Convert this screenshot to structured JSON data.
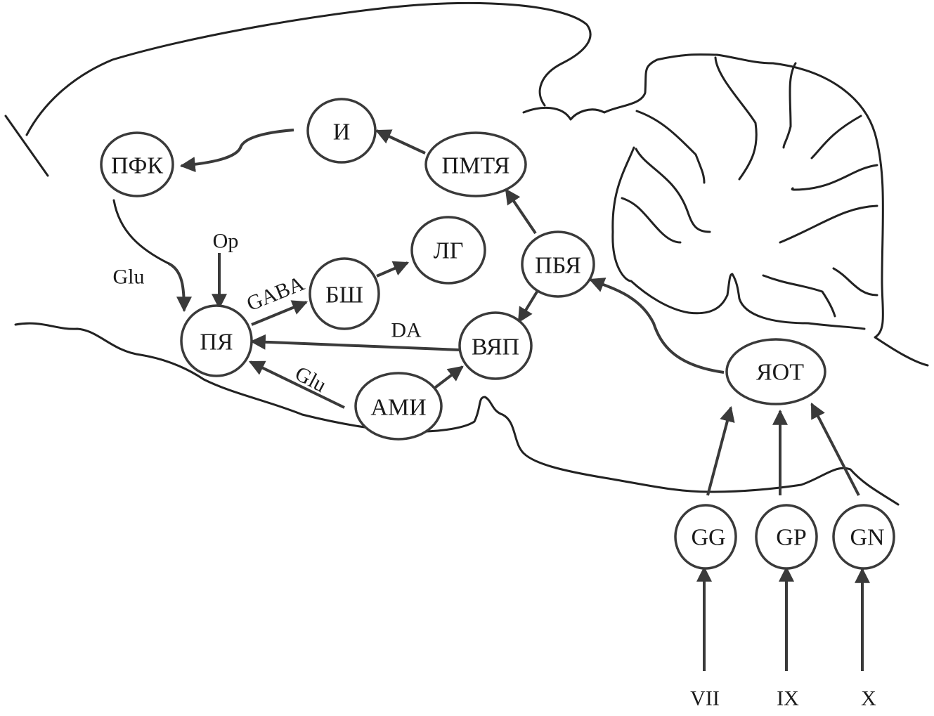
{
  "diagram": {
    "description": "Sagittal brain section with taste/reward pathway nodes",
    "colors": {
      "stroke": "#3a3a3a",
      "outline": "#222222",
      "background": "#ffffff",
      "text": "#1a1a1a"
    },
    "nodes": {
      "pfk": "ПФК",
      "i": "И",
      "pmtya": "ПМТЯ",
      "pbya": "ПБЯ",
      "lg": "ЛГ",
      "bsh": "БШ",
      "pya": "ПЯ",
      "vyap": "ВЯП",
      "ami": "АМИ",
      "yot": "ЯОТ",
      "gg": "GG",
      "gp": "GP",
      "gn": "GN"
    },
    "edge_labels": {
      "glu_pfk": "Glu",
      "op": "Op",
      "gaba": "GABA",
      "da": "DA",
      "glu_ami": "Glu",
      "vii": "VII",
      "ix": "IX",
      "x": "X"
    },
    "edges": [
      {
        "from": "И",
        "to": "ПФК"
      },
      {
        "from": "ПМТЯ",
        "to": "И"
      },
      {
        "from": "ПБЯ",
        "to": "ПМТЯ"
      },
      {
        "from": "ПБЯ",
        "to": "ВЯП"
      },
      {
        "from": "ЯОТ",
        "to": "ПБЯ"
      },
      {
        "from": "ПФК",
        "to": "ПЯ",
        "label": "Glu"
      },
      {
        "from": "Op",
        "to": "ПЯ"
      },
      {
        "from": "ПЯ",
        "to": "БШ",
        "label": "GABA"
      },
      {
        "from": "БШ",
        "to": "ЛГ"
      },
      {
        "from": "ВЯП",
        "to": "ПЯ",
        "label": "DA"
      },
      {
        "from": "АМИ",
        "to": "ПЯ",
        "label": "Glu"
      },
      {
        "from": "АМИ",
        "to": "ВЯП"
      },
      {
        "from": "GG",
        "to": "ЯОТ"
      },
      {
        "from": "GP",
        "to": "ЯОТ"
      },
      {
        "from": "GN",
        "to": "ЯОТ"
      },
      {
        "from": "VII",
        "to": "GG"
      },
      {
        "from": "IX",
        "to": "GP"
      },
      {
        "from": "X",
        "to": "GN"
      }
    ]
  }
}
